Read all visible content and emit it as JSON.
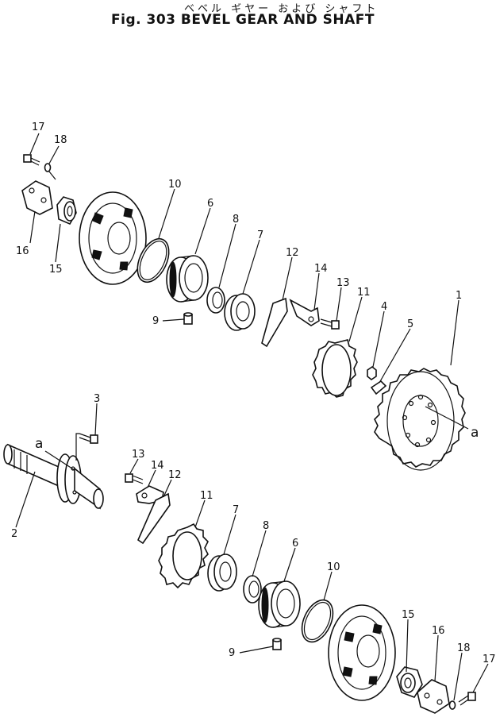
{
  "title_jp": "ベベル ギヤー および シャフト",
  "title": "Fig. 303 BEVEL GEAR AND SHAFT",
  "labels": {
    "p17a": "17",
    "p18a": "18",
    "p16a": "16",
    "p15a": "15",
    "p10a": "10",
    "p6a": "6",
    "p8a": "8",
    "p7a": "7",
    "p9a": "9",
    "p12a": "12",
    "p14a": "14",
    "p13a": "13",
    "p11a": "11",
    "p1": "1",
    "p4": "4",
    "p5": "5",
    "pa_right": "a",
    "p3": "3",
    "pa_left": "a",
    "p2": "2",
    "p13b": "13",
    "p14b": "14",
    "p12b": "12",
    "p11b": "11",
    "p7b": "7",
    "p8b": "8",
    "p6b": "6",
    "p10b": "10",
    "p9b": "9",
    "p15b": "15",
    "p16b": "16",
    "p18b": "18",
    "p17b": "17"
  }
}
